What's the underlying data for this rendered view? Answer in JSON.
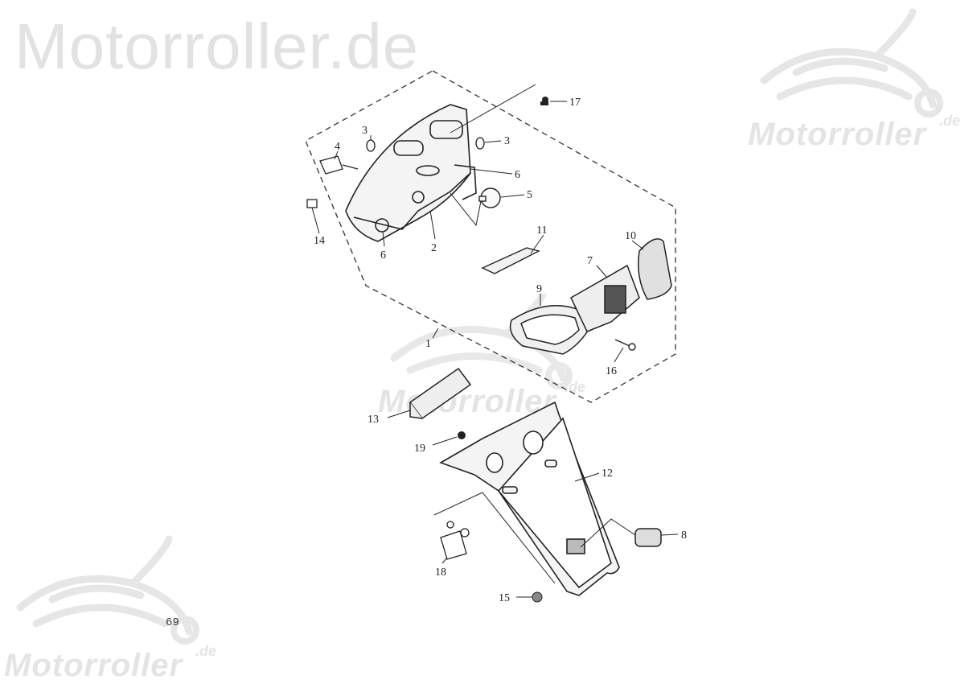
{
  "watermark": {
    "title": "Motorroller.de",
    "logo_word": "Motorroller",
    "logo_tld": ".de"
  },
  "page_number": "69",
  "callouts": [
    {
      "id": "17",
      "label": "17"
    },
    {
      "id": "3a",
      "label": "3"
    },
    {
      "id": "3b",
      "label": "3"
    },
    {
      "id": "4",
      "label": "4"
    },
    {
      "id": "6a",
      "label": "6"
    },
    {
      "id": "5",
      "label": "5"
    },
    {
      "id": "14",
      "label": "14"
    },
    {
      "id": "6b",
      "label": "6"
    },
    {
      "id": "2",
      "label": "2"
    },
    {
      "id": "11",
      "label": "11"
    },
    {
      "id": "10",
      "label": "10"
    },
    {
      "id": "7",
      "label": "7"
    },
    {
      "id": "9",
      "label": "9"
    },
    {
      "id": "1",
      "label": "1"
    },
    {
      "id": "16",
      "label": "16"
    },
    {
      "id": "13",
      "label": "13"
    },
    {
      "id": "19",
      "label": "19"
    },
    {
      "id": "12",
      "label": "12"
    },
    {
      "id": "8",
      "label": "8"
    },
    {
      "id": "18",
      "label": "18"
    },
    {
      "id": "15",
      "label": "15"
    }
  ]
}
